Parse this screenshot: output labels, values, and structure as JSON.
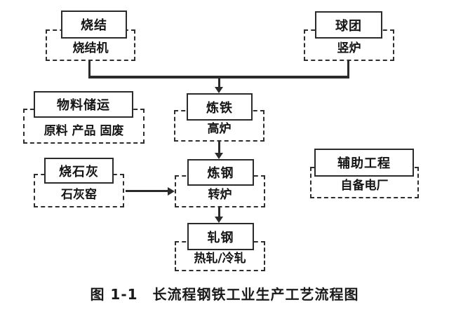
{
  "figure_caption": "图 1-1　长流程钢铁工业生产工艺流程图",
  "nodes": {
    "sinter": {
      "title": "烧结",
      "detail": "烧结机"
    },
    "pellet": {
      "title": "球团",
      "detail": "竖炉"
    },
    "material": {
      "title": "物料储运",
      "detail": "原料 产品 固废"
    },
    "ironmaking": {
      "title": "炼铁",
      "detail": "高炉"
    },
    "lime": {
      "title": "烧石灰",
      "detail": "石灰窑"
    },
    "steelmaking": {
      "title": "炼钢",
      "detail": "转炉"
    },
    "auxiliary": {
      "title": "辅助工程",
      "detail": "自备电厂"
    },
    "rolling": {
      "title": "轧钢",
      "detail": "热轧/冷轧"
    }
  },
  "colors": {
    "line": "#2b2b2b",
    "text": "#141414",
    "background": "#ffffff"
  }
}
